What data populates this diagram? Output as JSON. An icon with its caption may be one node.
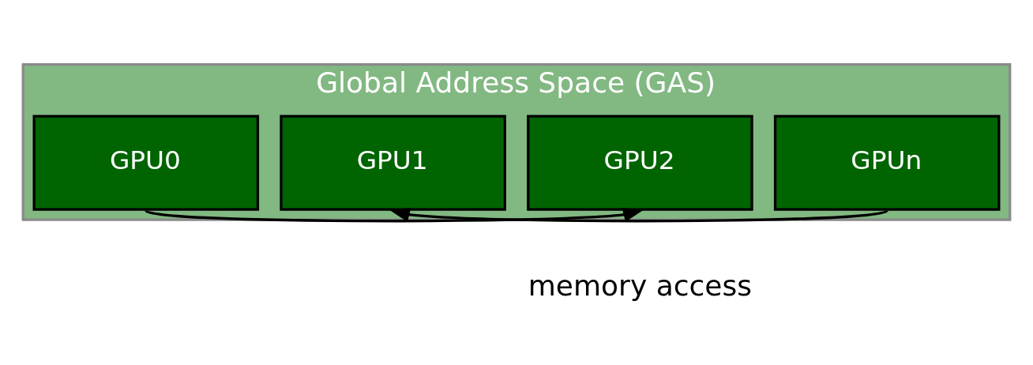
{
  "diagram": {
    "nodes": [
      {
        "text": [
          "Global Address Space (GAS)"
        ]
      },
      {
        "text": [
          "GPU0"
        ],
        "in": 0
      },
      {
        "text": [
          "GPU1"
        ],
        "in": 0
      },
      {
        "text": [
          "GPU2"
        ],
        "in": 0
      },
      {
        "text": [
          "GPUn"
        ],
        "in": 0
      }
    ],
    "edges": [
      {
        "from": 1,
        "to": 3,
        "arrow": "to"
      },
      {
        "from": 4,
        "to": 2,
        "arrow": "to"
      }
    ],
    "labels": [
      "memory access"
    ]
  }
}
